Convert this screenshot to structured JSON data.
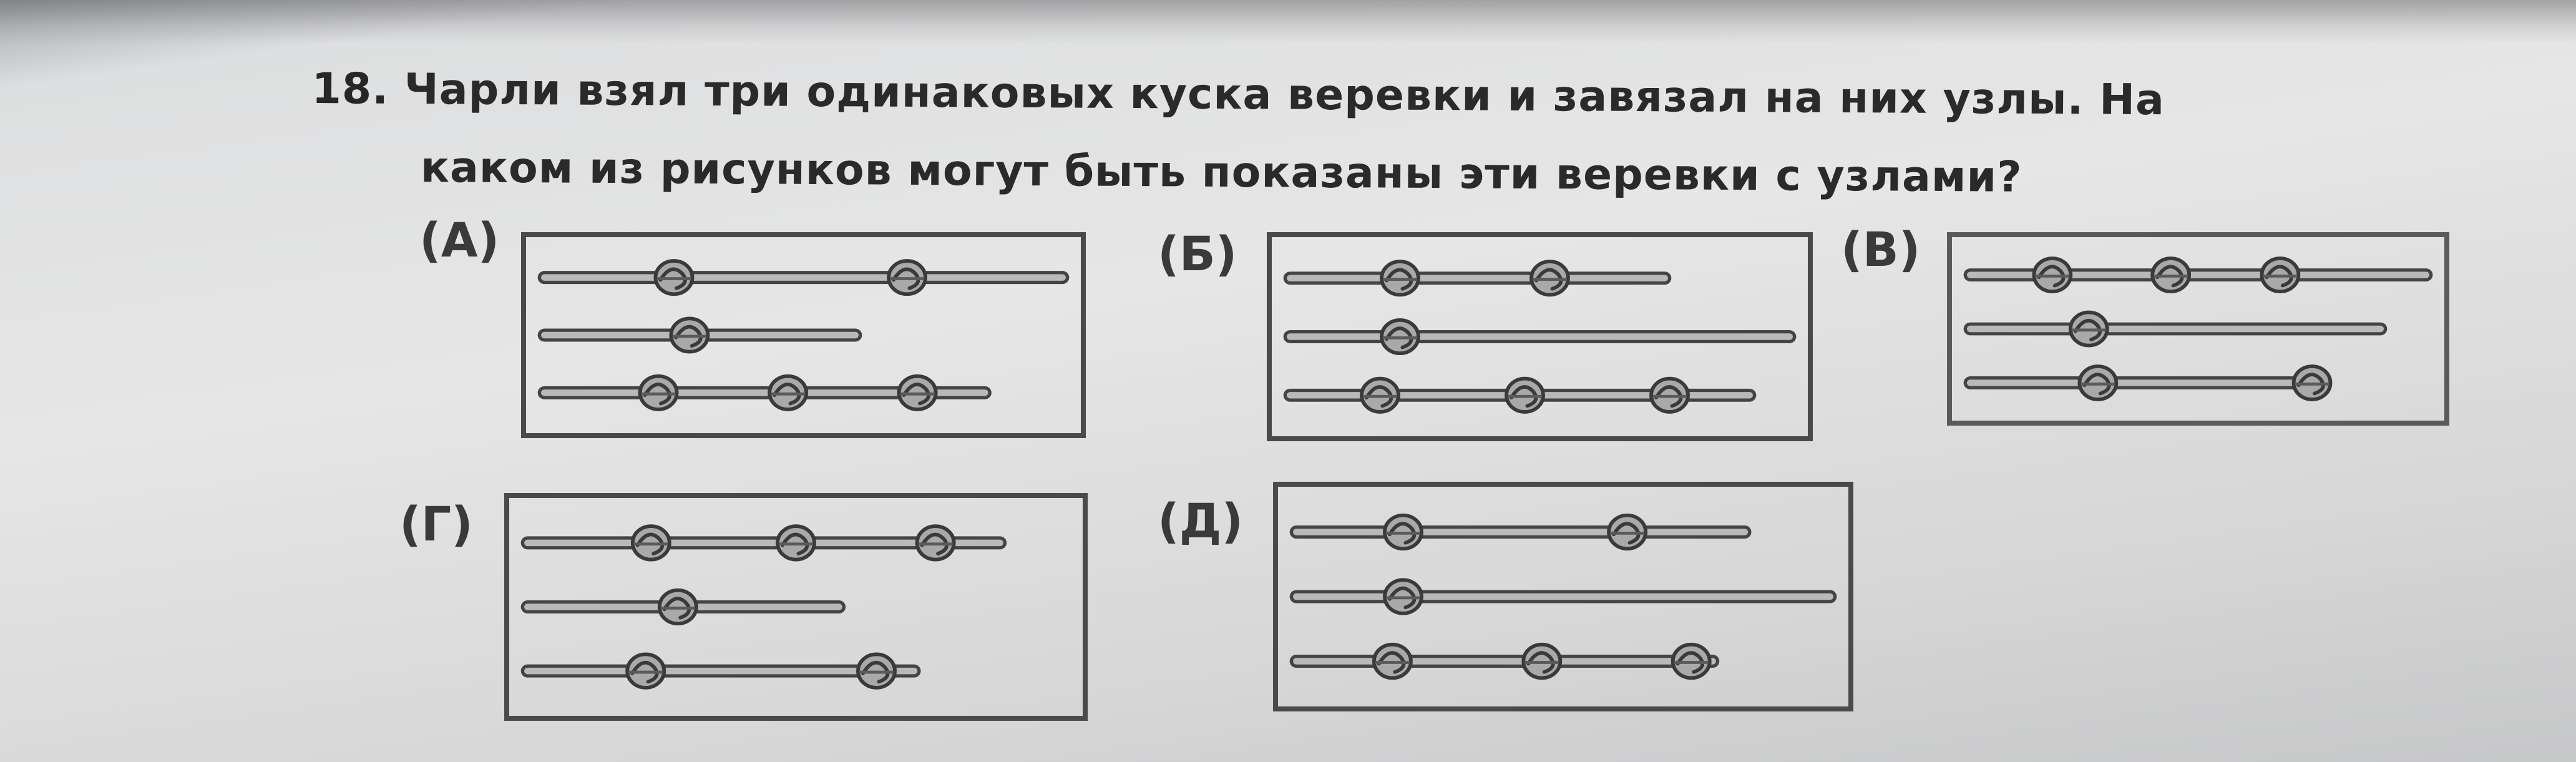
{
  "problem": {
    "number": "18.",
    "line1": "Чарли взял три одинаковых куска веревки и завязал на них узлы. На",
    "line2": "каком из рисунков могут быть показаны эти веревки с узлами?"
  },
  "options": [
    {
      "label": "(А)",
      "ropes": [
        {
          "length": 1.0,
          "knots": [
            0.25,
            0.7
          ]
        },
        {
          "length": 0.6,
          "knots": [
            0.28
          ]
        },
        {
          "length": 0.85,
          "knots": [
            0.22,
            0.47,
            0.72
          ]
        }
      ]
    },
    {
      "label": "(Б)",
      "ropes": [
        {
          "length": 0.75,
          "knots": [
            0.22,
            0.52
          ]
        },
        {
          "length": 1.0,
          "knots": [
            0.22
          ]
        },
        {
          "length": 0.92,
          "knots": [
            0.18,
            0.47,
            0.76
          ]
        }
      ]
    },
    {
      "label": "(В)",
      "ropes": [
        {
          "length": 1.0,
          "knots": [
            0.18,
            0.44,
            0.68
          ]
        },
        {
          "length": 0.9,
          "knots": [
            0.26
          ]
        },
        {
          "length": 0.72,
          "knots": [
            0.28,
            0.75
          ]
        }
      ]
    },
    {
      "label": "(Г)",
      "ropes": [
        {
          "length": 0.88,
          "knots": [
            0.23,
            0.5,
            0.76
          ]
        },
        {
          "length": 0.58,
          "knots": [
            0.28
          ]
        },
        {
          "length": 0.72,
          "knots": [
            0.22,
            0.65
          ]
        }
      ]
    },
    {
      "label": "(Д)",
      "ropes": [
        {
          "length": 0.84,
          "knots": [
            0.2,
            0.62
          ]
        },
        {
          "length": 1.0,
          "knots": [
            0.2
          ]
        },
        {
          "length": 0.78,
          "knots": [
            0.18,
            0.46,
            0.74
          ]
        }
      ]
    }
  ]
}
